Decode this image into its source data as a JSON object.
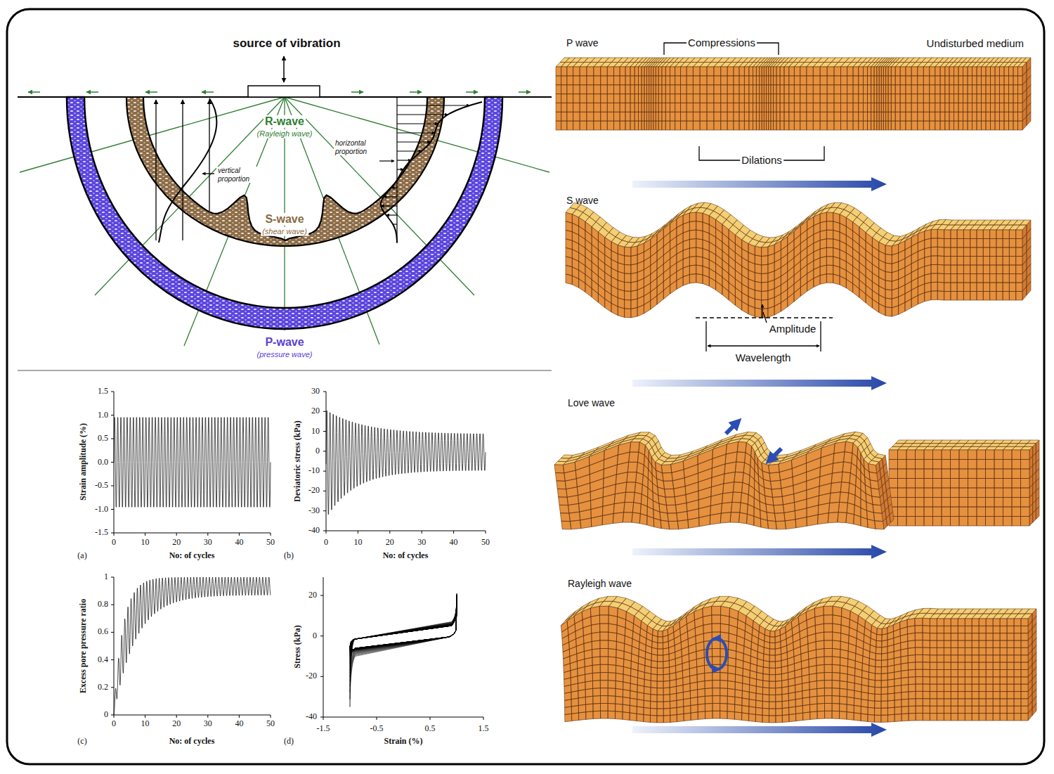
{
  "diagram": {
    "labels": [
      "source of vibration",
      "R-wave",
      "(Rayleigh wave)",
      "vertical proportion",
      "horizontal proportion",
      "S-wave",
      "(shear wave)",
      "P-wave",
      "(pressure wave)",
      "P wave",
      "Compressions",
      "Undisturbed medium",
      "Dilations",
      "S wave",
      "Amplitude",
      "Wavelength",
      "Love wave",
      "Rayleigh wave",
      "1.5",
      "1.0",
      "0.5",
      "0.0",
      "-0.5",
      "-1.0",
      "-1.5",
      "0",
      "10",
      "20",
      "30",
      "40",
      "50",
      "Strain amplitude (%)",
      "No: of cycles",
      "(a)",
      "30",
      "20",
      "10",
      "0",
      "-10",
      "-20",
      "-30",
      "-40",
      "0",
      "10",
      "20",
      "30",
      "40",
      "50",
      "Deviatoric stress (kPa)",
      "No: of cycles",
      "(b)",
      "1",
      "0.8",
      "0.6",
      "0.4",
      "0.2",
      "0",
      "0",
      "10",
      "20",
      "30",
      "40",
      "50",
      "Excess pore pressure ratio",
      "No: of cycles",
      "(c)",
      "20",
      "0",
      "-20",
      "-40",
      "-1.5",
      "-0.5",
      "0.5",
      "1.5",
      "Stress (kPa)",
      "Strain (%)",
      "(d)"
    ]
  }
}
